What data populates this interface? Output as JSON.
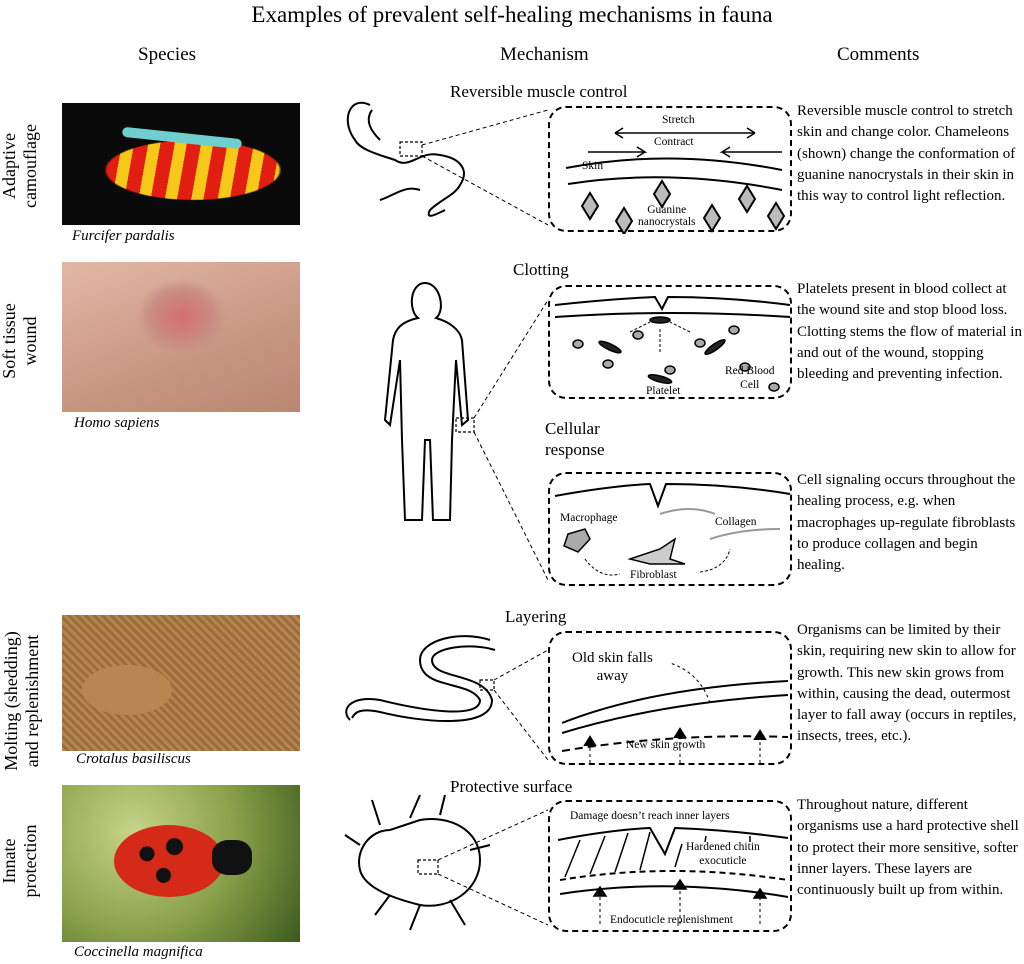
{
  "title": "Examples of prevalent self-healing mechanisms in fauna",
  "headers": {
    "species": "Species",
    "mechanism": "Mechanism",
    "comments": "Comments"
  },
  "rows": [
    {
      "label": [
        "Adaptive",
        "camouflage"
      ],
      "species": "Furcifer pardalis",
      "mechanism": "Reversible muscle control",
      "diagram": {
        "stretch": "Stretch",
        "contract": "Contract",
        "skin": "Skin",
        "crystals": [
          "Guanine",
          "nanocrystals"
        ]
      },
      "comment": "Reversible muscle control to stretch skin and change color. Chameleons (shown) change the conformation of guanine nanocrystals in their skin in this way to control light reflection."
    },
    {
      "label": [
        "Soft tissue",
        "wound"
      ],
      "species": "Homo sapiens",
      "mechanism": "Clotting",
      "diagram": {
        "platelet": "Platelet",
        "rbc": [
          "Red Blood",
          "Cell"
        ]
      },
      "comment": "Platelets present in blood collect at the wound site and stop blood loss.  Clotting stems the flow of material in and out of the wound,  stopping bleeding and preventing infection.",
      "mechanism2": [
        "Cellular",
        "response"
      ],
      "diagram2": {
        "macrophage": "Macrophage",
        "collagen": "Collagen",
        "fibroblast": "Fibroblast"
      },
      "comment2": "Cell signaling occurs throughout the healing process, e.g. when macrophages up-regulate fibroblasts to produce collagen and begin healing."
    },
    {
      "label": [
        "Molting (shedding)",
        "and replenishment"
      ],
      "species": "Crotalus basiliscus",
      "mechanism": "Layering",
      "diagram": {
        "old": [
          "Old skin falls",
          "away"
        ],
        "new": "New skin growth"
      },
      "comment": "Organisms can be limited by their skin, requiring new skin to allow for growth. This new skin grows from within, causing the dead, outermost layer to fall away (occurs in reptiles, insects, trees, etc.)."
    },
    {
      "label": [
        "Innate",
        "protection"
      ],
      "species": "Coccinella magnifica",
      "mechanism": "Protective surface",
      "diagram": {
        "damage": "Damage doesn’t reach inner layers",
        "chitin": [
          "Hardened chitin",
          "exocuticle"
        ],
        "endo": "Endocuticle replenishment"
      },
      "comment": "Throughout nature, different organisms use a hard protective shell to protect their more sensitive, softer inner layers. These layers are continuously built up from within."
    }
  ]
}
